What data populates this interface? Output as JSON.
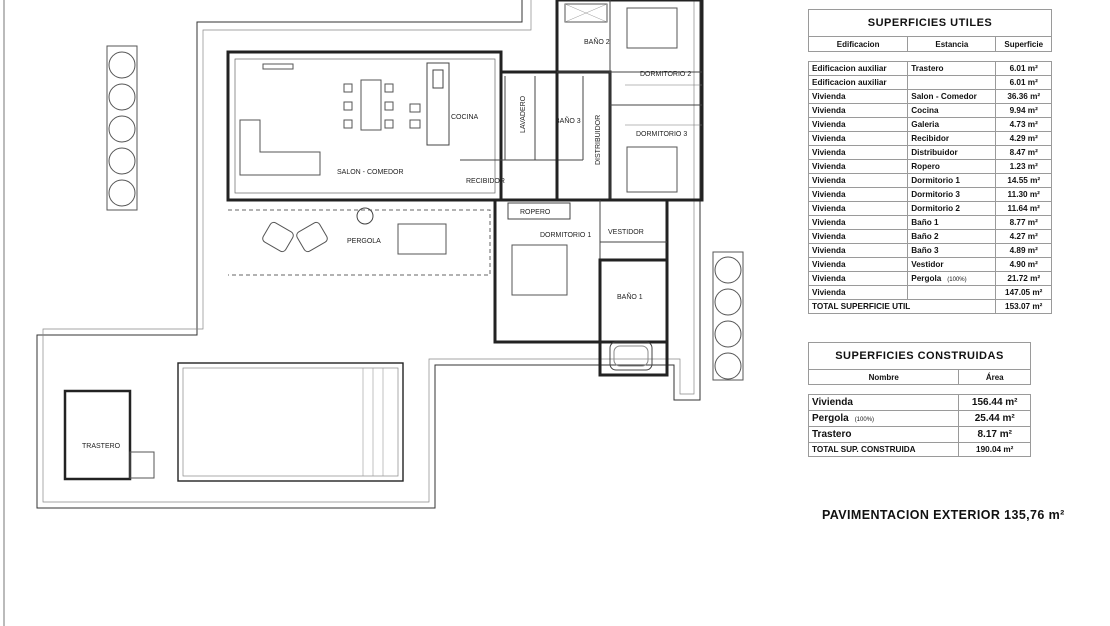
{
  "plan": {
    "rooms": {
      "bano2": "BAÑO 2",
      "dormitorio2": "DORMITORIO 2",
      "cocina": "COCINA",
      "lavadero": "LAVADERO",
      "bano3": "BAÑO 3",
      "distribuidor": "DISTRIBUIDOR",
      "dormitorio3": "DORMITORIO 3",
      "salon_comedor": "SALON - COMEDOR",
      "recibidor": "RECIBIDOR",
      "ropero": "ROPERO",
      "vestidor": "VESTIDOR",
      "dormitorio1": "DORMITORIO 1",
      "pergola": "PERGOLA",
      "bano1": "BAÑO 1",
      "trastero": "TRASTERO"
    }
  },
  "utiles": {
    "title": "SUPERFICIES UTILES",
    "headers": [
      "Edificacion",
      "Estancia",
      "Superficie"
    ],
    "rows": [
      {
        "edif": "Edificacion auxiliar",
        "estancia": "Trastero",
        "sup": "6.01 m²"
      },
      {
        "edif": "Edificacion auxiliar",
        "estancia": "",
        "sup": "6.01 m²"
      },
      {
        "edif": "Vivienda",
        "estancia": "Salon - Comedor",
        "sup": "36.36 m²"
      },
      {
        "edif": "Vivienda",
        "estancia": "Cocina",
        "sup": "9.94 m²"
      },
      {
        "edif": "Vivienda",
        "estancia": "Galeria",
        "sup": "4.73 m²"
      },
      {
        "edif": "Vivienda",
        "estancia": "Recibidor",
        "sup": "4.29 m²"
      },
      {
        "edif": "Vivienda",
        "estancia": "Distribuidor",
        "sup": "8.47 m²"
      },
      {
        "edif": "Vivienda",
        "estancia": "Ropero",
        "sup": "1.23 m²"
      },
      {
        "edif": "Vivienda",
        "estancia": "Dormitorio 1",
        "sup": "14.55 m²"
      },
      {
        "edif": "Vivienda",
        "estancia": "Dormitorio 3",
        "sup": "11.30 m²"
      },
      {
        "edif": "Vivienda",
        "estancia": "Dormitorio 2",
        "sup": "11.64 m²"
      },
      {
        "edif": "Vivienda",
        "estancia": "Baño 1",
        "sup": "8.77 m²"
      },
      {
        "edif": "Vivienda",
        "estancia": "Baño 2",
        "sup": "4.27 m²"
      },
      {
        "edif": "Vivienda",
        "estancia": "Baño 3",
        "sup": "4.89 m²"
      },
      {
        "edif": "Vivienda",
        "estancia": "Vestidor",
        "sup": "4.90 m²"
      },
      {
        "edif": "Vivienda",
        "estancia": "Pergola",
        "pct": "(100%)",
        "sup": "21.72 m²"
      }
    ],
    "subtotal": {
      "label": "Vivienda",
      "value": "147.05 m²"
    },
    "total": {
      "label": "TOTAL SUPERFICIE UTIL",
      "value": "153.07 m²"
    }
  },
  "construidas": {
    "title": "SUPERFICIES CONSTRUIDAS",
    "headers": [
      "Nombre",
      "Área"
    ],
    "rows": [
      {
        "name": "Vivienda",
        "area": "156.44 m²"
      },
      {
        "name": "Pergola",
        "pct": "(100%)",
        "area": "25.44 m²"
      },
      {
        "name": "Trastero",
        "area": "8.17 m²"
      }
    ],
    "total": {
      "label": "TOTAL SUP. CONSTRUIDA",
      "value": "190.04 m²"
    }
  },
  "pavimentacion": "PAVIMENTACION EXTERIOR 135,76 m²"
}
